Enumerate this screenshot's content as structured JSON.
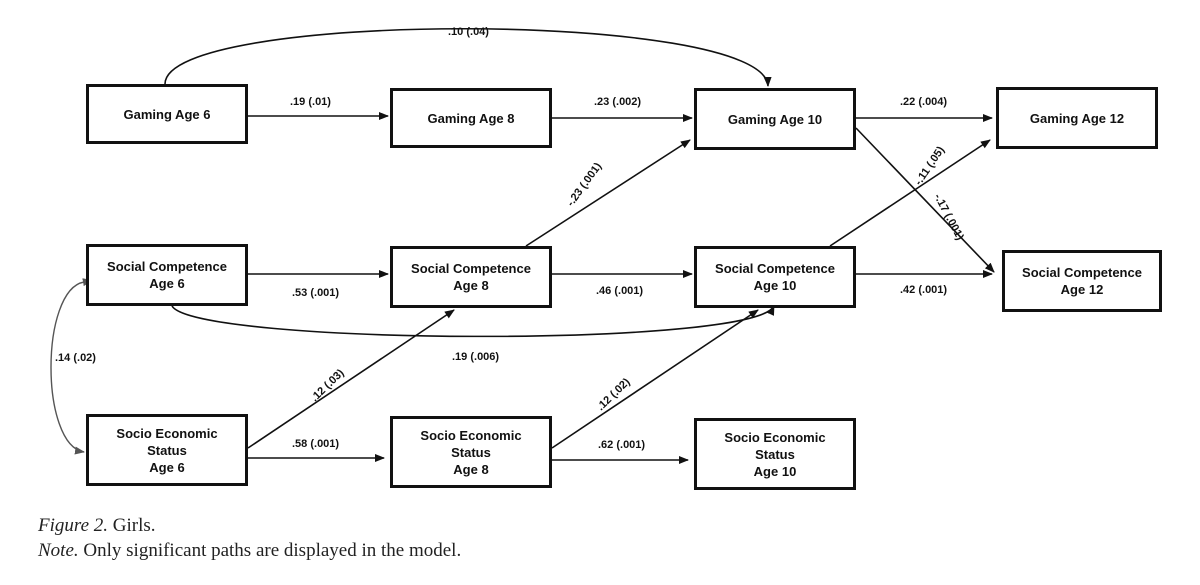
{
  "nodes": {
    "gaming_6": "Gaming Age 6",
    "gaming_8": "Gaming Age 8",
    "gaming_10": "Gaming Age 10",
    "gaming_12": "Gaming Age 12",
    "social_6": "Social Competence\nAge 6",
    "social_8": "Social Competence\nAge 8",
    "social_10": "Social Competence\nAge 10",
    "social_12": "Social Competence\nAge 12",
    "ses_6": "Socio Economic\nStatus\nAge 6",
    "ses_8": "Socio Economic\nStatus\nAge 8",
    "ses_10": "Socio Economic\nStatus\nAge 10"
  },
  "paths": {
    "gaming6_gaming10": ".10 (.04)",
    "gaming6_gaming8": ".19 (.01)",
    "gaming8_gaming10": ".23 (.002)",
    "gaming10_gaming12": ".22 (.004)",
    "gaming10_social12": "-.17 (.001)",
    "social10_gaming12": "-.11 (.05)",
    "social8_gaming10": "-.23 (.001)",
    "social6_social8": ".53 (.001)",
    "social8_social10": ".46 (.001)",
    "social10_social12": ".42 (.001)",
    "social6_social10": ".19 (.006)",
    "social6_ses6": ".14 (.02)",
    "ses6_social8": ".12 (.03)",
    "ses6_ses8": ".58 (.001)",
    "ses8_social10": ".12 (.02)",
    "ses8_ses10": ".62 (.001)"
  },
  "caption": {
    "figure_label": "Figure 2.",
    "figure_title": "Girls.",
    "note_label": "Note.",
    "note_text": "Only significant paths are displayed in the model."
  }
}
